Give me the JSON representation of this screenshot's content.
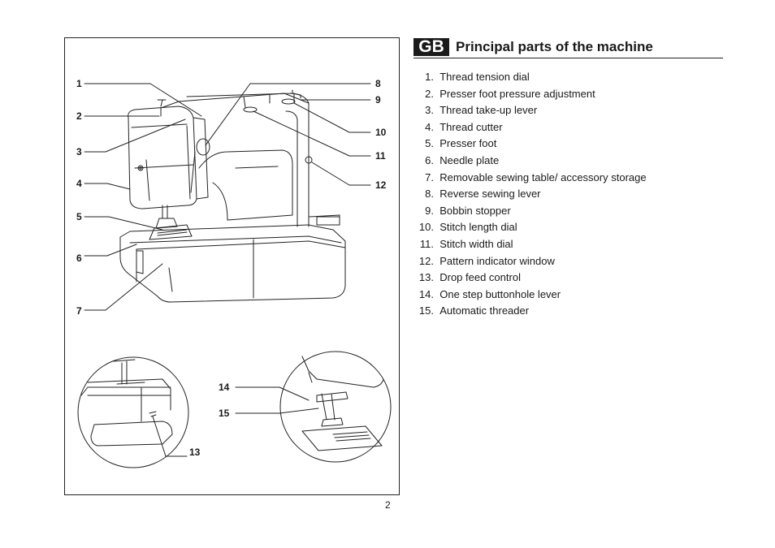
{
  "header": {
    "badge": "GB",
    "title": "Principal parts of the machine"
  },
  "parts": [
    {
      "num": "1.",
      "label": "Thread tension dial"
    },
    {
      "num": "2.",
      "label": "Presser foot pressure adjustment"
    },
    {
      "num": "3.",
      "label": "Thread take-up lever"
    },
    {
      "num": "4.",
      "label": "Thread cutter"
    },
    {
      "num": "5.",
      "label": "Presser foot"
    },
    {
      "num": "6.",
      "label": "Needle plate"
    },
    {
      "num": "7.",
      "label": "Removable sewing table/ accessory storage"
    },
    {
      "num": "8.",
      "label": "Reverse sewing lever"
    },
    {
      "num": "9.",
      "label": "Bobbin stopper"
    },
    {
      "num": "10.",
      "label": "Stitch length dial"
    },
    {
      "num": "11.",
      "label": "Stitch width dial"
    },
    {
      "num": "12.",
      "label": "Pattern indicator window"
    },
    {
      "num": "13.",
      "label": "Drop feed control"
    },
    {
      "num": "14.",
      "label": "One step buttonhole lever"
    },
    {
      "num": "15.",
      "label": "Automatic threader"
    }
  ],
  "callouts": {
    "c1": "1",
    "c2": "2",
    "c3": "3",
    "c4": "4",
    "c5": "5",
    "c6": "6",
    "c7": "7",
    "c8": "8",
    "c9": "9",
    "c10": "10",
    "c11": "11",
    "c12": "12",
    "c13": "13",
    "c14": "14",
    "c15": "15"
  },
  "page_number": "2"
}
